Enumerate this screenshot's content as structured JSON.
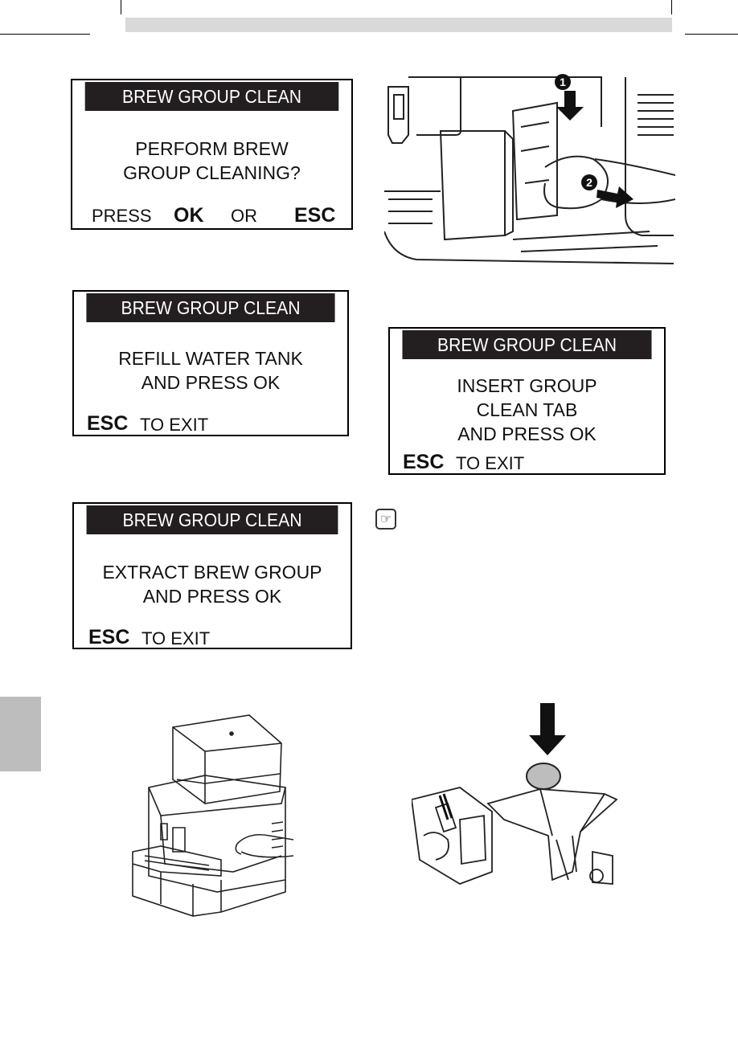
{
  "panels": {
    "p1": {
      "header": "BREW GROUP CLEAN",
      "lines": [
        "PERFORM BREW",
        "GROUP CLEANING?"
      ],
      "footer": {
        "press": "PRESS",
        "ok": "OK",
        "or": "OR",
        "esc": "ESC"
      }
    },
    "p2": {
      "header": "BREW GROUP CLEAN",
      "lines": [
        "REFILL WATER TANK",
        "AND PRESS OK"
      ],
      "footer": {
        "esc": "ESC",
        "exit": "TO EXIT"
      }
    },
    "p3": {
      "header": "BREW GROUP CLEAN",
      "lines": [
        "EXTRACT BREW GROUP",
        "AND PRESS OK"
      ],
      "footer": {
        "esc": "ESC",
        "exit": "TO EXIT"
      }
    },
    "p4": {
      "header": "BREW GROUP CLEAN",
      "lines": [
        "INSERT GROUP",
        "CLEAN TAB",
        "AND PRESS OK"
      ],
      "footer": {
        "esc": "ESC",
        "exit": "TO EXIT"
      }
    }
  },
  "figures": {
    "step_marker_1": "1",
    "step_marker_2": "2"
  },
  "icons": [
    "note-hand-icon"
  ]
}
